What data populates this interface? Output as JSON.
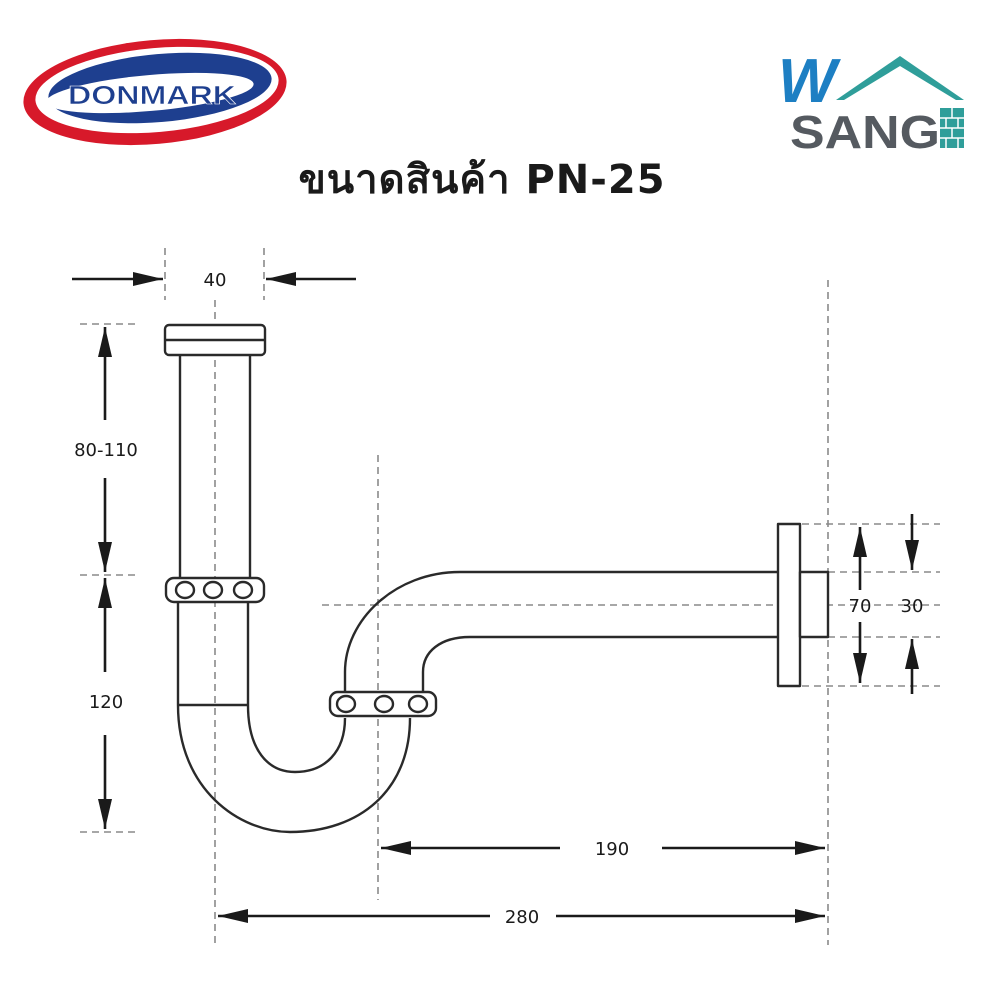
{
  "title": "ขนาดสินค้า  PN-25",
  "logos": {
    "left_brand": "DONMARK",
    "right_letter": "W",
    "right_word": "SANG"
  },
  "dimensions": {
    "top_width": "40",
    "upper_height": "80-110",
    "lower_height": "120",
    "outlet_flange": "70",
    "outlet_pipe": "30",
    "outlet_length": "190",
    "total_length": "280"
  },
  "colors": {
    "line": "#2a2a2a",
    "guide": "#8a8a8a",
    "donmark_red": "#d7192a",
    "donmark_blue": "#1e3f8f",
    "wsang_blue": "#1d7fc3",
    "wsang_teal": "#2f9e9a",
    "wsang_gray": "#555a60"
  }
}
